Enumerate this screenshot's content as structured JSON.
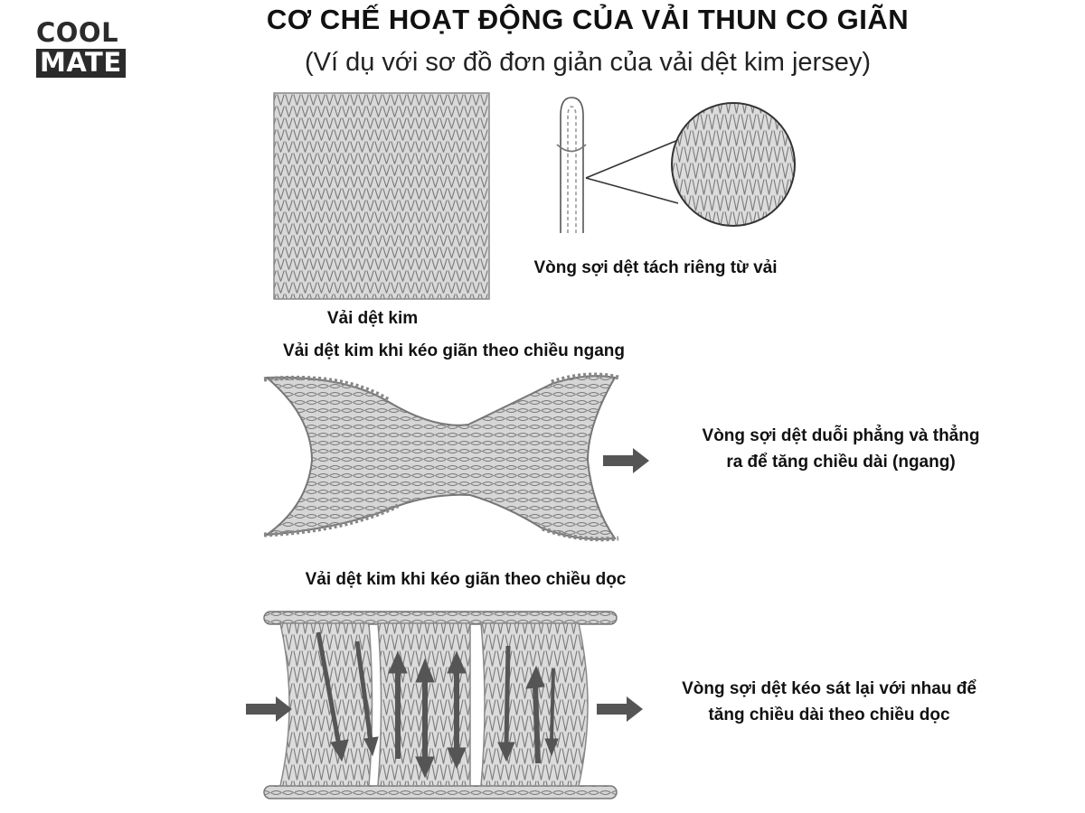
{
  "brand": {
    "line1": "COOL",
    "line2": "MATE"
  },
  "header": {
    "title": "CƠ CHẾ HOẠT ĐỘNG CỦA VẢI THUN CO GIÃN",
    "subtitle": "(Ví dụ với sơ đồ đơn giản của vải dệt kim jersey)"
  },
  "labels": {
    "fabric": "Vải dệt kim",
    "loop": "Vòng sợi dệt tách riêng từ vải",
    "horizontal_title": "Vải dệt kim khi kéo giãn theo chiều ngang",
    "horizontal_desc_1": "Vòng sợi dệt duỗi phẳng và thẳng",
    "horizontal_desc_2": "ra để tăng chiều dài (ngang)",
    "vertical_title": "Vải dệt kim khi kéo giãn theo chiều dọc",
    "vertical_desc_1": "Vòng sợi dệt kéo sát lại với nhau để",
    "vertical_desc_2": "tăng chiều dài theo chiều dọc"
  },
  "colors": {
    "ink": "#111111",
    "knit": "#8a8a8a",
    "knit_bg": "#d4d4d4",
    "arrow": "#555555"
  }
}
